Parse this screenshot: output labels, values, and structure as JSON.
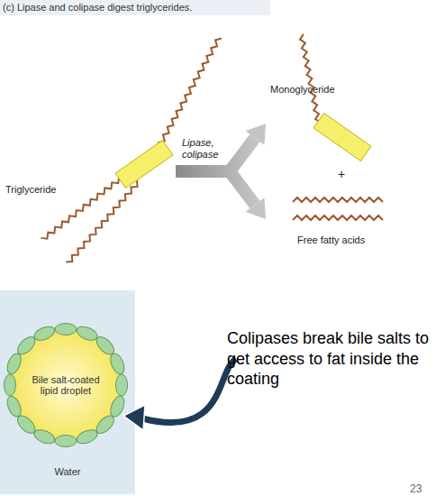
{
  "diagram": {
    "title": "(c) Lipase and colipase digest triglycerides.",
    "nodes": [
      {
        "text": [
          "Water"
        ]
      },
      {
        "text": [
          "Bile salt-coated lipid droplet"
        ],
        "in": 0
      }
    ],
    "labels": [
      "Triglyceride",
      "Lipase, colipase",
      "Monoglyceride",
      "+",
      "Free fatty acids",
      "Colipases break bile salts to get access to fat inside the coating",
      "23"
    ]
  }
}
